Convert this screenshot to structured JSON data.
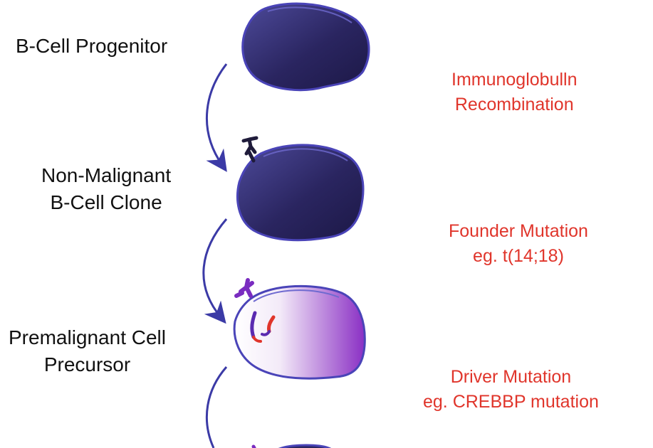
{
  "stages": [
    {
      "label_lines": [
        "B-Cell Progenitor"
      ]
    },
    {
      "label_lines": [
        "Non-Malignant",
        "B-Cell Clone"
      ]
    },
    {
      "label_lines": [
        "Premalignant Cell",
        "Precursor"
      ]
    }
  ],
  "transitions": [
    {
      "lines": [
        "Immunoglobulln",
        "Recombination"
      ]
    },
    {
      "lines": [
        "Founder Mutation",
        "eg. t(14;18)"
      ]
    },
    {
      "lines": [
        "Driver Mutation",
        "eg. CREBBP mutation"
      ]
    }
  ],
  "colors": {
    "label_text": "#111111",
    "mutation_text": "#e0352b",
    "cell_dark": "#2a2560",
    "cell_outline": "#4a44b8",
    "premalignant_fill": "#8a2fc4",
    "arrow": "#3b3aa6"
  }
}
